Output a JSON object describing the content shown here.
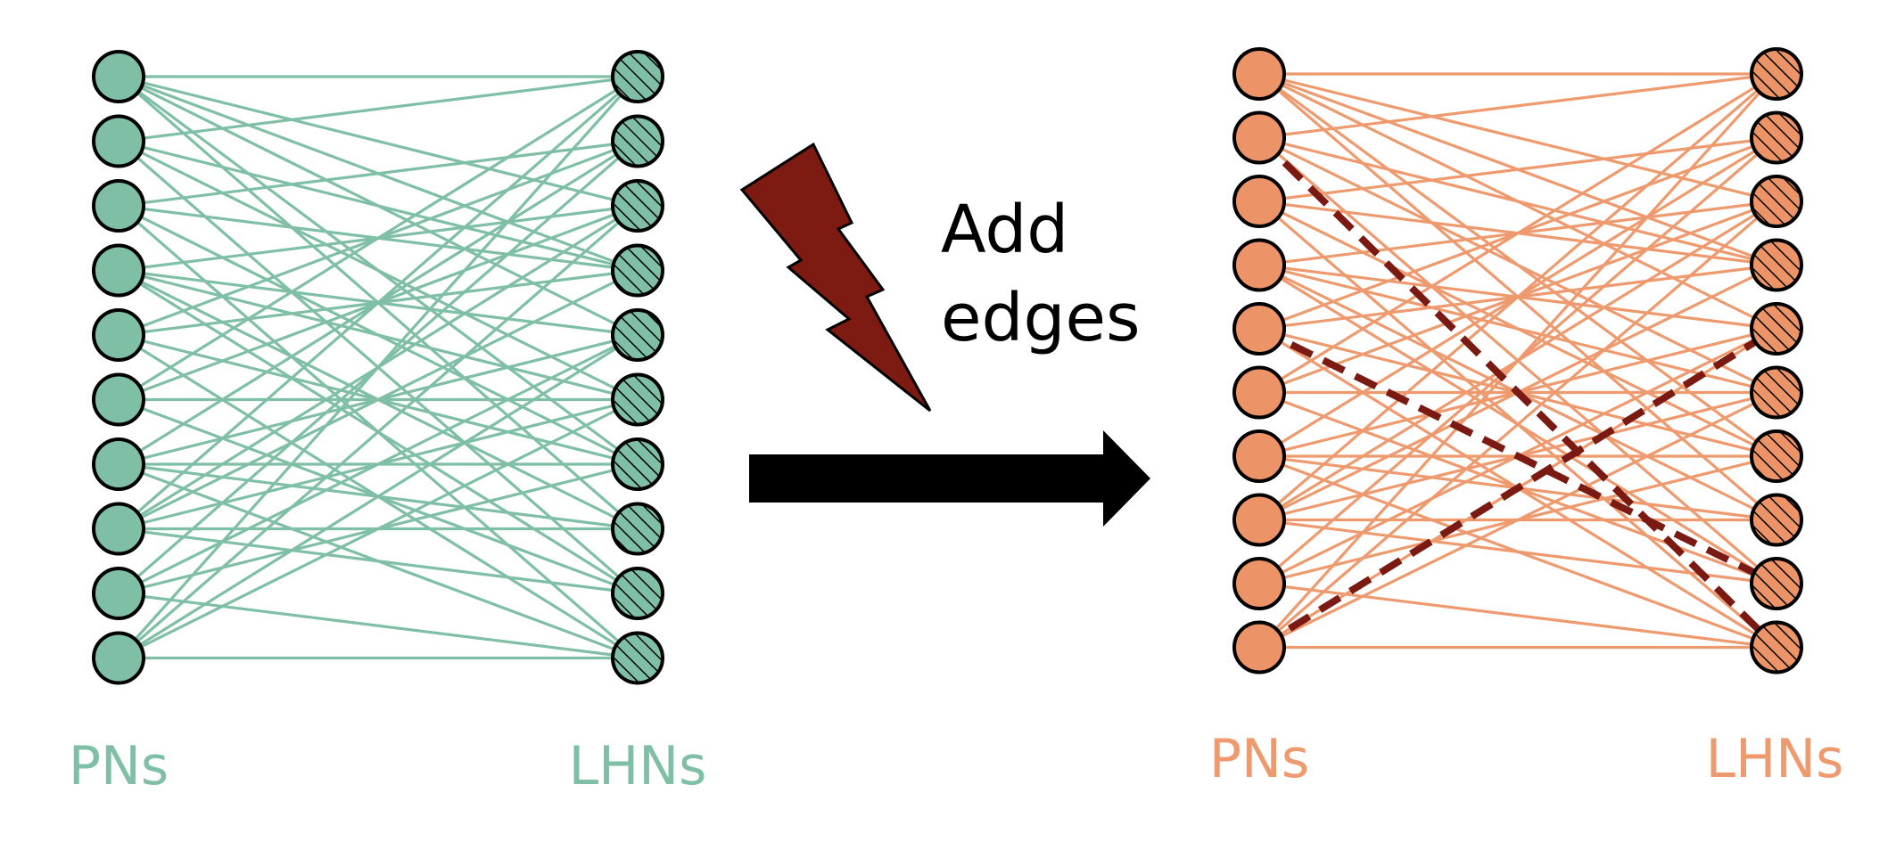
{
  "colors": {
    "before": "#7fbfa5",
    "before_node": "#7fbfa5",
    "after": "#ee9a6e",
    "after_node": "#ec9467",
    "added_edge": "#7a1a12",
    "bolt": "#7d1a12",
    "arrow": "#000000",
    "outline": "#000000"
  },
  "before_network": {
    "left_label": "PNs",
    "right_label": "LHNs",
    "node_count_left": 10,
    "node_count_right": 10,
    "edges": [
      [
        0,
        0
      ],
      [
        0,
        2
      ],
      [
        0,
        3
      ],
      [
        0,
        4
      ],
      [
        0,
        6
      ],
      [
        0,
        7
      ],
      [
        1,
        0
      ],
      [
        1,
        3
      ],
      [
        1,
        5
      ],
      [
        1,
        8
      ],
      [
        2,
        1
      ],
      [
        2,
        3
      ],
      [
        2,
        6
      ],
      [
        2,
        9
      ],
      [
        3,
        2
      ],
      [
        3,
        4
      ],
      [
        3,
        5
      ],
      [
        3,
        7
      ],
      [
        3,
        8
      ],
      [
        4,
        1
      ],
      [
        4,
        3
      ],
      [
        4,
        6
      ],
      [
        4,
        9
      ],
      [
        5,
        0
      ],
      [
        5,
        2
      ],
      [
        5,
        5
      ],
      [
        5,
        8
      ],
      [
        6,
        1
      ],
      [
        6,
        4
      ],
      [
        6,
        6
      ],
      [
        6,
        7
      ],
      [
        6,
        9
      ],
      [
        7,
        0
      ],
      [
        7,
        2
      ],
      [
        7,
        3
      ],
      [
        7,
        5
      ],
      [
        7,
        7
      ],
      [
        7,
        8
      ],
      [
        8,
        1
      ],
      [
        8,
        4
      ],
      [
        8,
        6
      ],
      [
        8,
        9
      ],
      [
        9,
        0
      ],
      [
        9,
        2
      ],
      [
        9,
        4
      ],
      [
        9,
        5
      ],
      [
        9,
        9
      ]
    ]
  },
  "after_network": {
    "left_label": "PNs",
    "right_label": "LHNs",
    "node_count_left": 10,
    "node_count_right": 10,
    "edges": [
      [
        0,
        0
      ],
      [
        0,
        2
      ],
      [
        0,
        3
      ],
      [
        0,
        4
      ],
      [
        0,
        6
      ],
      [
        0,
        7
      ],
      [
        1,
        0
      ],
      [
        1,
        3
      ],
      [
        1,
        5
      ],
      [
        1,
        8
      ],
      [
        2,
        1
      ],
      [
        2,
        3
      ],
      [
        2,
        6
      ],
      [
        2,
        9
      ],
      [
        3,
        2
      ],
      [
        3,
        4
      ],
      [
        3,
        5
      ],
      [
        3,
        7
      ],
      [
        3,
        8
      ],
      [
        4,
        1
      ],
      [
        4,
        3
      ],
      [
        4,
        6
      ],
      [
        4,
        9
      ],
      [
        5,
        0
      ],
      [
        5,
        2
      ],
      [
        5,
        5
      ],
      [
        5,
        8
      ],
      [
        6,
        1
      ],
      [
        6,
        4
      ],
      [
        6,
        6
      ],
      [
        6,
        7
      ],
      [
        6,
        9
      ],
      [
        7,
        0
      ],
      [
        7,
        2
      ],
      [
        7,
        3
      ],
      [
        7,
        5
      ],
      [
        7,
        7
      ],
      [
        7,
        8
      ],
      [
        8,
        1
      ],
      [
        8,
        4
      ],
      [
        8,
        6
      ],
      [
        8,
        9
      ],
      [
        9,
        0
      ],
      [
        9,
        2
      ],
      [
        9,
        4
      ],
      [
        9,
        5
      ],
      [
        9,
        9
      ]
    ],
    "added_edges": [
      [
        1,
        9
      ],
      [
        4,
        8
      ],
      [
        9,
        4
      ]
    ]
  },
  "transition": {
    "line1": "Add",
    "line2": "edges"
  }
}
